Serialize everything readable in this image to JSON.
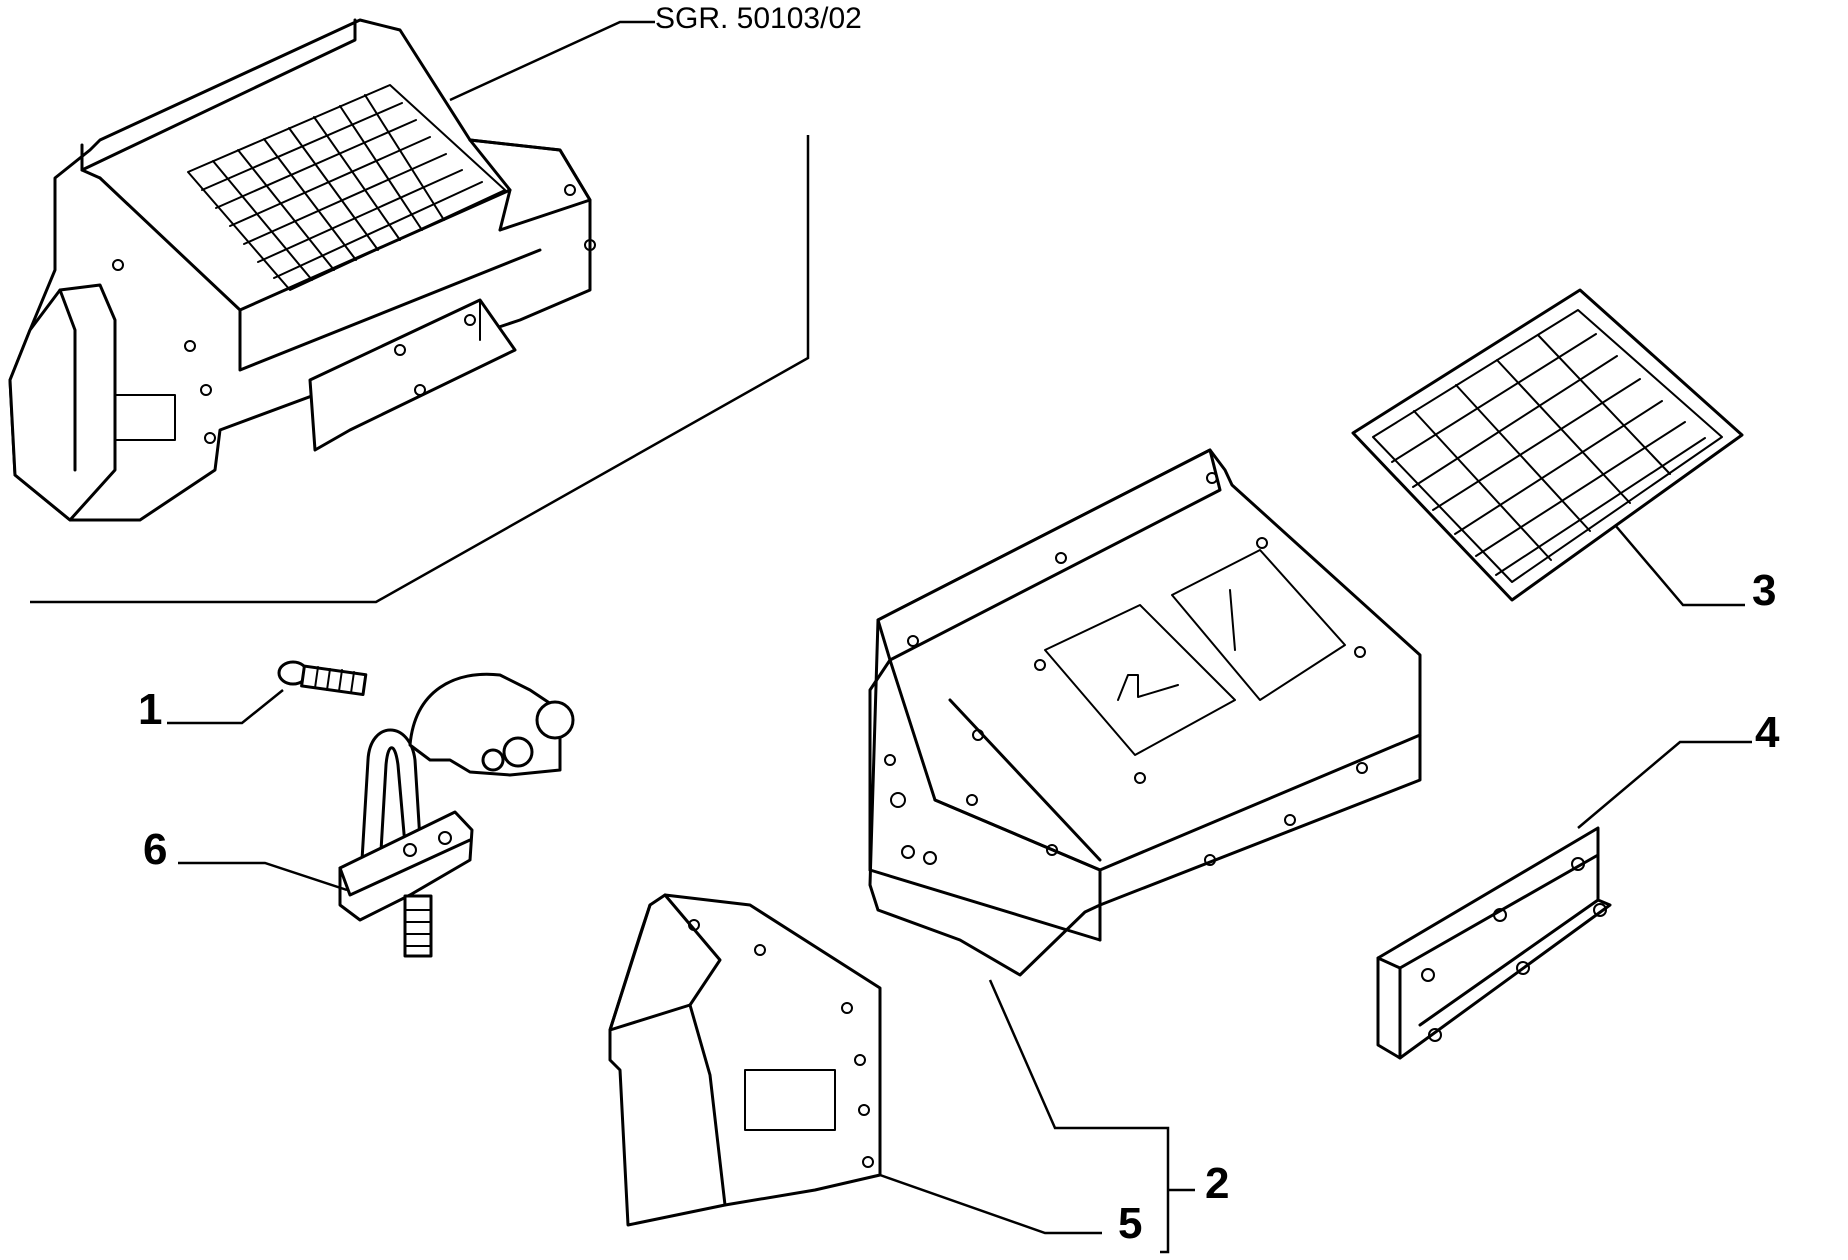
{
  "diagram": {
    "reference": "SGR. 50103/02",
    "callouts": [
      {
        "id": "1",
        "label": "1"
      },
      {
        "id": "2",
        "label": "2"
      },
      {
        "id": "3",
        "label": "3"
      },
      {
        "id": "4",
        "label": "4"
      },
      {
        "id": "5",
        "label": "5"
      },
      {
        "id": "6",
        "label": "6"
      }
    ]
  }
}
